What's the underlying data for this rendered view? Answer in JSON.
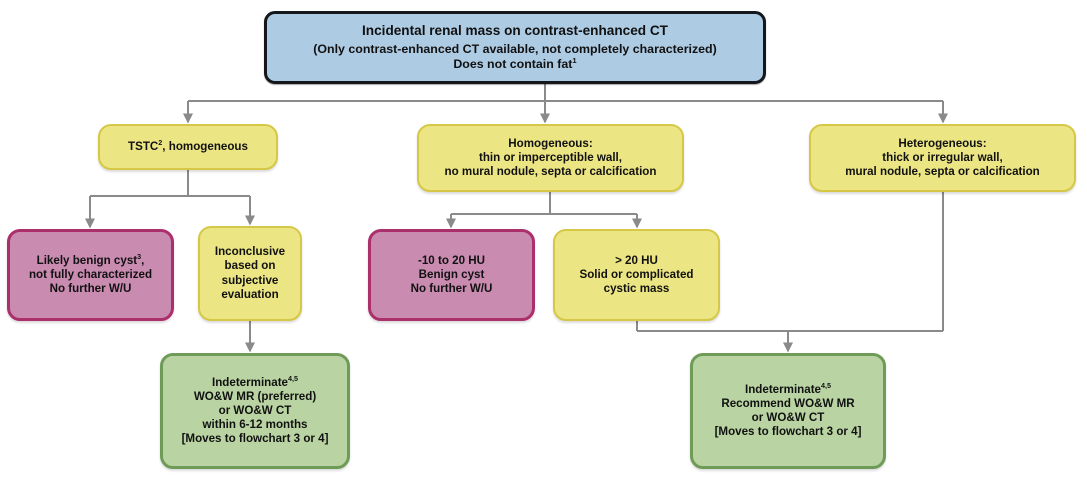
{
  "diagram": {
    "title": "Incidental renal mass on contrast-enhanced CT management flowchart",
    "colors": {
      "root_fill": "#aecbe4",
      "root_border": "#14171c",
      "yellow_fill": "#ece583",
      "yellow_border": "#d6c846",
      "pink_fill": "#c98bb0",
      "pink_border": "#ab2f6b",
      "green_fill": "#b9d4a2",
      "green_border": "#6e9c58",
      "connector": "#8a8a8a"
    }
  },
  "nodes": {
    "root": {
      "line1": "Incidental renal mass on contrast-enhanced CT",
      "line2": "(Only contrast-enhanced CT available, not completely characterized)",
      "line3_text": "Does not contain fat",
      "line3_sup": "1"
    },
    "tstc": {
      "line1_pre": "TSTC",
      "line1_sup": "2",
      "line1_post": ", homogeneous"
    },
    "homogeneous": {
      "line1": "Homogeneous:",
      "line2": "thin or imperceptible wall,",
      "line3": "no mural nodule, septa or calcification"
    },
    "heterogeneous": {
      "line1": "Heterogeneous:",
      "line2": "thick or irregular wall,",
      "line3": "mural nodule, septa or calcification"
    },
    "likely_benign": {
      "line1_pre": "Likely benign cyst",
      "line1_sup": "3",
      "line1_post": ",",
      "line2": "not fully characterized",
      "line3": "No further W/U"
    },
    "inconclusive": {
      "line1": "Inconclusive",
      "line2": "based on",
      "line3": "subjective",
      "line4": "evaluation"
    },
    "hu_low": {
      "line1": "-10 to 20 HU",
      "line2": "Benign cyst",
      "line3": "No further W/U"
    },
    "hu_high": {
      "line1": "> 20 HU",
      "line2": "Solid or complicated",
      "line3": "cystic mass"
    },
    "indeterminate_left": {
      "line1_pre": "Indeterminate",
      "line1_sup": "4,5",
      "line2": "WO&W MR (preferred)",
      "line3": "or WO&W CT",
      "line4": "within 6-12 months",
      "line5": "[Moves to flowchart 3 or 4]"
    },
    "indeterminate_right": {
      "line1_pre": "Indeterminate",
      "line1_sup": "4,5",
      "line2": "Recommend WO&W MR",
      "line3": "or WO&W CT",
      "line4": "[Moves to flowchart 3 or 4]"
    }
  }
}
